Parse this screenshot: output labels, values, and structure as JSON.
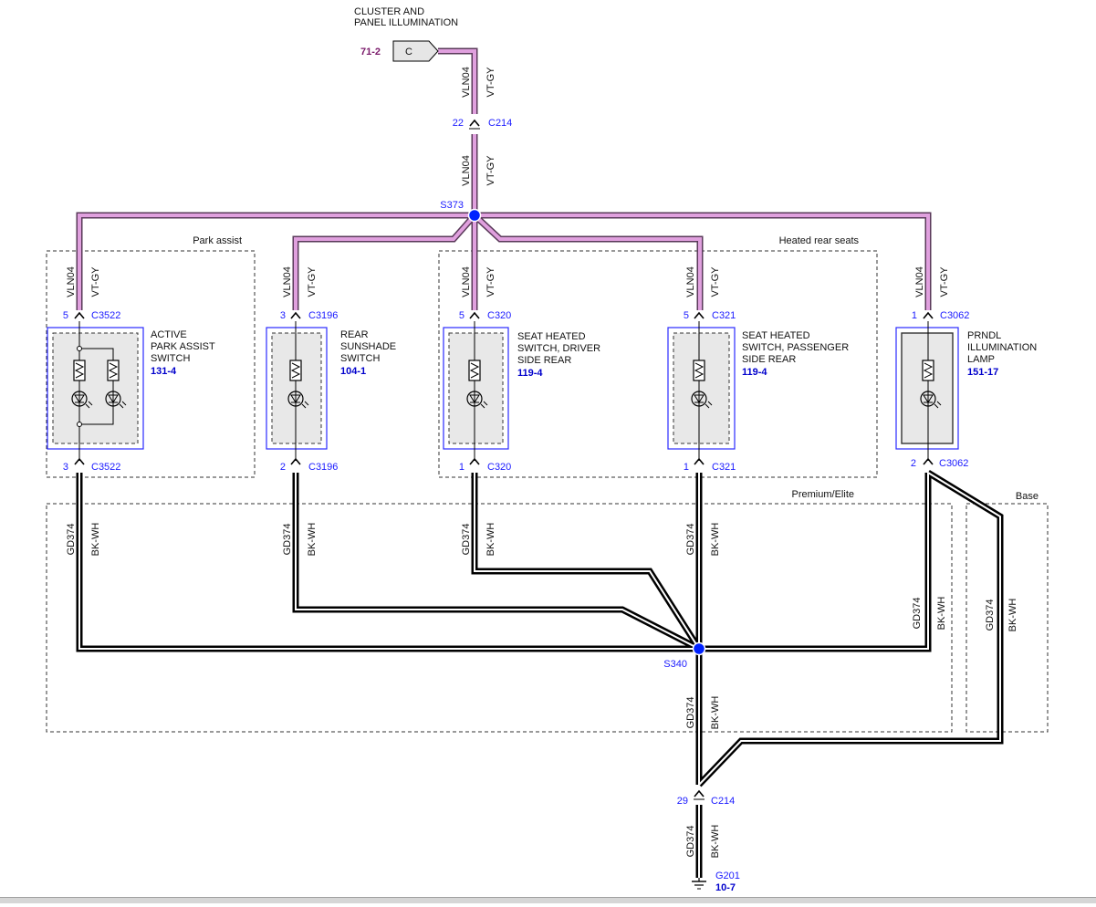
{
  "colors": {
    "wire_violet": "#c980c7",
    "wire_ground": "#000000",
    "connector_box": "#2a2aff",
    "splice": "#0022ff",
    "ref_purple": "#7a1a6a",
    "dashed_box": "#333333",
    "component_fill": "#e8e8e8"
  },
  "source": {
    "title_line1": "CLUSTER AND",
    "title_line2": "PANEL ILLUMINATION",
    "ref": "71-2",
    "connector_letter": "C"
  },
  "wire_top": {
    "circuit": "VLN04",
    "color": "VT-GY"
  },
  "connector_c214_top": {
    "pin": "22",
    "name": "C214"
  },
  "splice_top": {
    "name": "S373"
  },
  "groups": {
    "park_assist": "Park assist",
    "heated_rear_seats": "Heated rear seats",
    "premium_elite": "Premium/Elite",
    "base": "Base"
  },
  "components": [
    {
      "name_line1": "ACTIVE",
      "name_line2": "PARK ASSIST",
      "name_line3": "SWITCH",
      "ref": "131-4",
      "in_pin": "5",
      "in_conn": "C3522",
      "out_pin": "3",
      "out_conn": "C3522",
      "wire_in_circuit": "VLN04",
      "wire_in_color": "VT-GY",
      "wire_out_circuit": "GD374",
      "wire_out_color": "BK-WH"
    },
    {
      "name_line1": "REAR",
      "name_line2": "SUNSHADE",
      "name_line3": "SWITCH",
      "ref": "104-1",
      "in_pin": "3",
      "in_conn": "C3196",
      "out_pin": "2",
      "out_conn": "C3196",
      "wire_in_circuit": "VLN04",
      "wire_in_color": "VT-GY",
      "wire_out_circuit": "GD374",
      "wire_out_color": "BK-WH"
    },
    {
      "name_line1": "SEAT HEATED",
      "name_line2": "SWITCH, DRIVER",
      "name_line3": "SIDE REAR",
      "ref": "119-4",
      "in_pin": "5",
      "in_conn": "C320",
      "out_pin": "1",
      "out_conn": "C320",
      "wire_in_circuit": "VLN04",
      "wire_in_color": "VT-GY",
      "wire_out_circuit": "GD374",
      "wire_out_color": "BK-WH"
    },
    {
      "name_line1": "SEAT HEATED",
      "name_line2": "SWITCH, PASSENGER",
      "name_line3": "SIDE REAR",
      "ref": "119-4",
      "in_pin": "5",
      "in_conn": "C321",
      "out_pin": "1",
      "out_conn": "C321",
      "wire_in_circuit": "VLN04",
      "wire_in_color": "VT-GY",
      "wire_out_circuit": "GD374",
      "wire_out_color": "BK-WH"
    },
    {
      "name_line1": "PRNDL",
      "name_line2": "ILLUMINATION",
      "name_line3": "LAMP",
      "ref": "151-17",
      "in_pin": "1",
      "in_conn": "C3062",
      "out_pin": "2",
      "out_conn": "C3062",
      "wire_in_circuit": "VLN04",
      "wire_in_color": "VT-GY",
      "wire_out_circuit": "GD374",
      "wire_out_color": "BK-WH"
    }
  ],
  "prndl_base_wire": {
    "circuit": "GD374",
    "color": "BK-WH"
  },
  "prndl_premium_wire": {
    "circuit": "GD374",
    "color": "BK-WH"
  },
  "splice_bottom": {
    "name": "S340"
  },
  "wire_s340_down": {
    "circuit": "GD374",
    "color": "BK-WH"
  },
  "connector_c214_bottom": {
    "pin": "29",
    "name": "C214"
  },
  "wire_ground_final": {
    "circuit": "GD374",
    "color": "BK-WH"
  },
  "ground": {
    "name": "G201",
    "ref": "10-7"
  }
}
